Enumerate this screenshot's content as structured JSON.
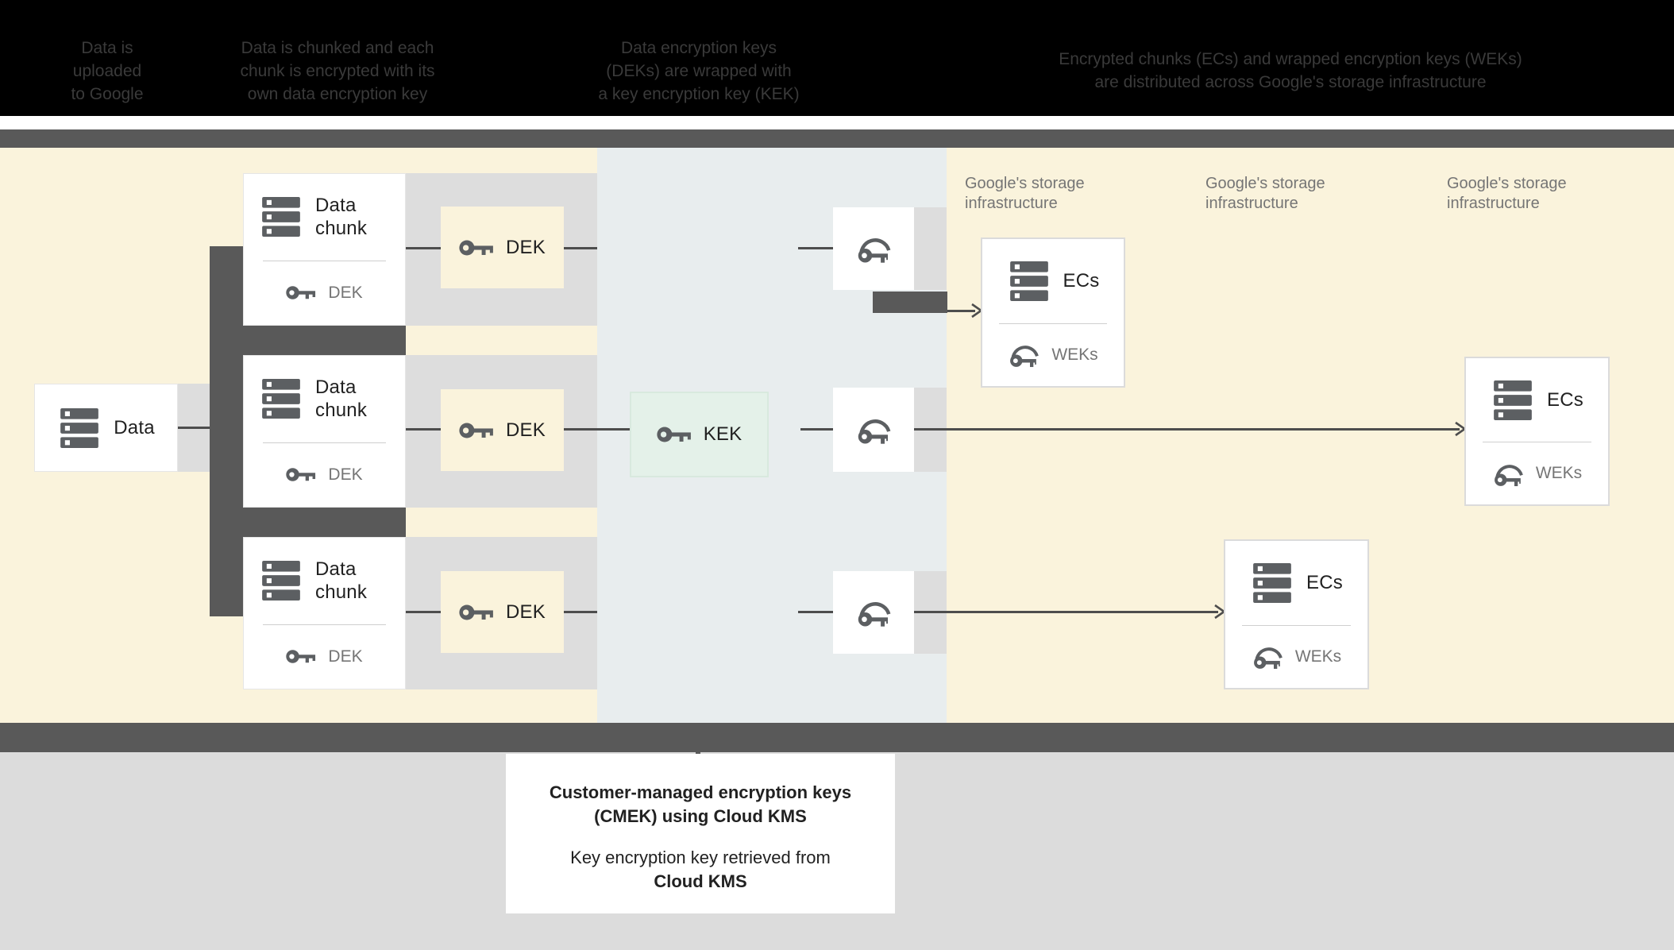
{
  "header": {
    "columns": [
      {
        "lines": [
          "Data is",
          "uploaded",
          "to Google"
        ]
      },
      {
        "lines": [
          "Data is chunked and each",
          "chunk is encrypted with its",
          "own data encryption key"
        ]
      },
      {
        "lines": [
          "Data encryption keys",
          "(DEKs) are wrapped with",
          "a key encryption key (KEK)"
        ]
      },
      {
        "lines": [
          "Encrypted chunks (ECs) and wrapped encryption keys (WEKs)",
          "are distributed across Google's storage infrastructure"
        ]
      }
    ]
  },
  "diagram": {
    "data_box": {
      "label": "Data"
    },
    "chunk_boxes": [
      {
        "title": "Data chunk",
        "key_label": "DEK"
      },
      {
        "title": "Data chunk",
        "key_label": "DEK"
      },
      {
        "title": "Data chunk",
        "key_label": "DEK"
      }
    ],
    "dek_boxes": [
      {
        "label": "DEK"
      },
      {
        "label": "DEK"
      },
      {
        "label": "DEK"
      }
    ],
    "kek_box": {
      "label": "KEK"
    },
    "storage_labels": [
      "Google's storage infrastructure",
      "Google's storage infrastructure",
      "Google's storage infrastructure"
    ],
    "ec_boxes": [
      {
        "title": "ECs",
        "key_label": "WEKs"
      },
      {
        "title": "ECs",
        "key_label": "WEKs"
      },
      {
        "title": "ECs",
        "key_label": "WEKs"
      }
    ]
  },
  "caption": {
    "title_line1": "Customer-managed encryption keys",
    "title_line2": "(CMEK) using Cloud KMS",
    "body_line1": "Key encryption key retrieved from",
    "body_line2": "Cloud KMS"
  },
  "colors": {
    "cream": "#FAF3DC",
    "kms_column": "#E8EDEE",
    "panel_gray": "#DDDDDD",
    "bar_gray": "#595959",
    "kek_green": "#E4F1E9",
    "icon_gray": "#5C5F62",
    "muted_text": "#757575",
    "bottom_gray": "#DCDCDC"
  }
}
